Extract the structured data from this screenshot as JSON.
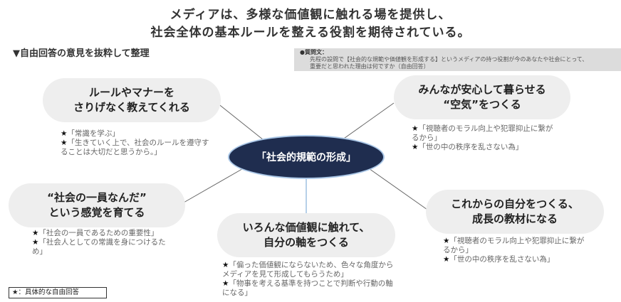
{
  "title": {
    "line1": "メディアは、多様な価値観に触れる場を提供し、",
    "line2": "社会全体の基本ルールを整える役割を期待されている。"
  },
  "subtitle": "▼自由回答の意見を抜粋して整理",
  "question": {
    "heading": "●質問文：",
    "line1": "先程の設問で【社会的な規範や価値観を形成する】というメディアの持つ役割が今のあなたや社会にとって、",
    "line2": "重要だと思われた理由は何ですか（自由回答）"
  },
  "center": "「社会的規範の形成」",
  "nodes": [
    {
      "title1": "ルールやマナーを",
      "title2": "さりげなく教えてくれる",
      "comments": [
        "「常識を学ぶ」",
        "「生きていく上で、社会のルールを遵守することは大切だと思うから。」"
      ]
    },
    {
      "title1": "みんなが安心して暮らせる",
      "title2": "“空気”をつくる",
      "comments": [
        "「視聴者のモラル向上や犯罪抑止に繋がるから」",
        "「世の中の秩序を乱さない為」"
      ]
    },
    {
      "title1": "“社会の一員なんだ”",
      "title2": "という感覚を育てる",
      "comments": [
        "「社会の一員であるための重要性」",
        "「社会人としての常識を身につけるため」"
      ]
    },
    {
      "title1": "いろんな価値観に触れて、",
      "title2": "自分の軸をつくる",
      "comments": [
        "「偏った価値観にならないため、色々な角度からメディアを見て形成してもらうため」",
        "「物事を考える基準を持つことで判断や行動の軸になる」"
      ]
    },
    {
      "title1": "これからの自分をつくる、",
      "title2": "成長の教材になる",
      "comments": [
        "「視聴者のモラル向上や犯罪抑止に繋がるから」",
        "「世の中の秩序を乱さない為」"
      ]
    }
  ],
  "star": "★",
  "legend": "★：具体的な自由回答"
}
